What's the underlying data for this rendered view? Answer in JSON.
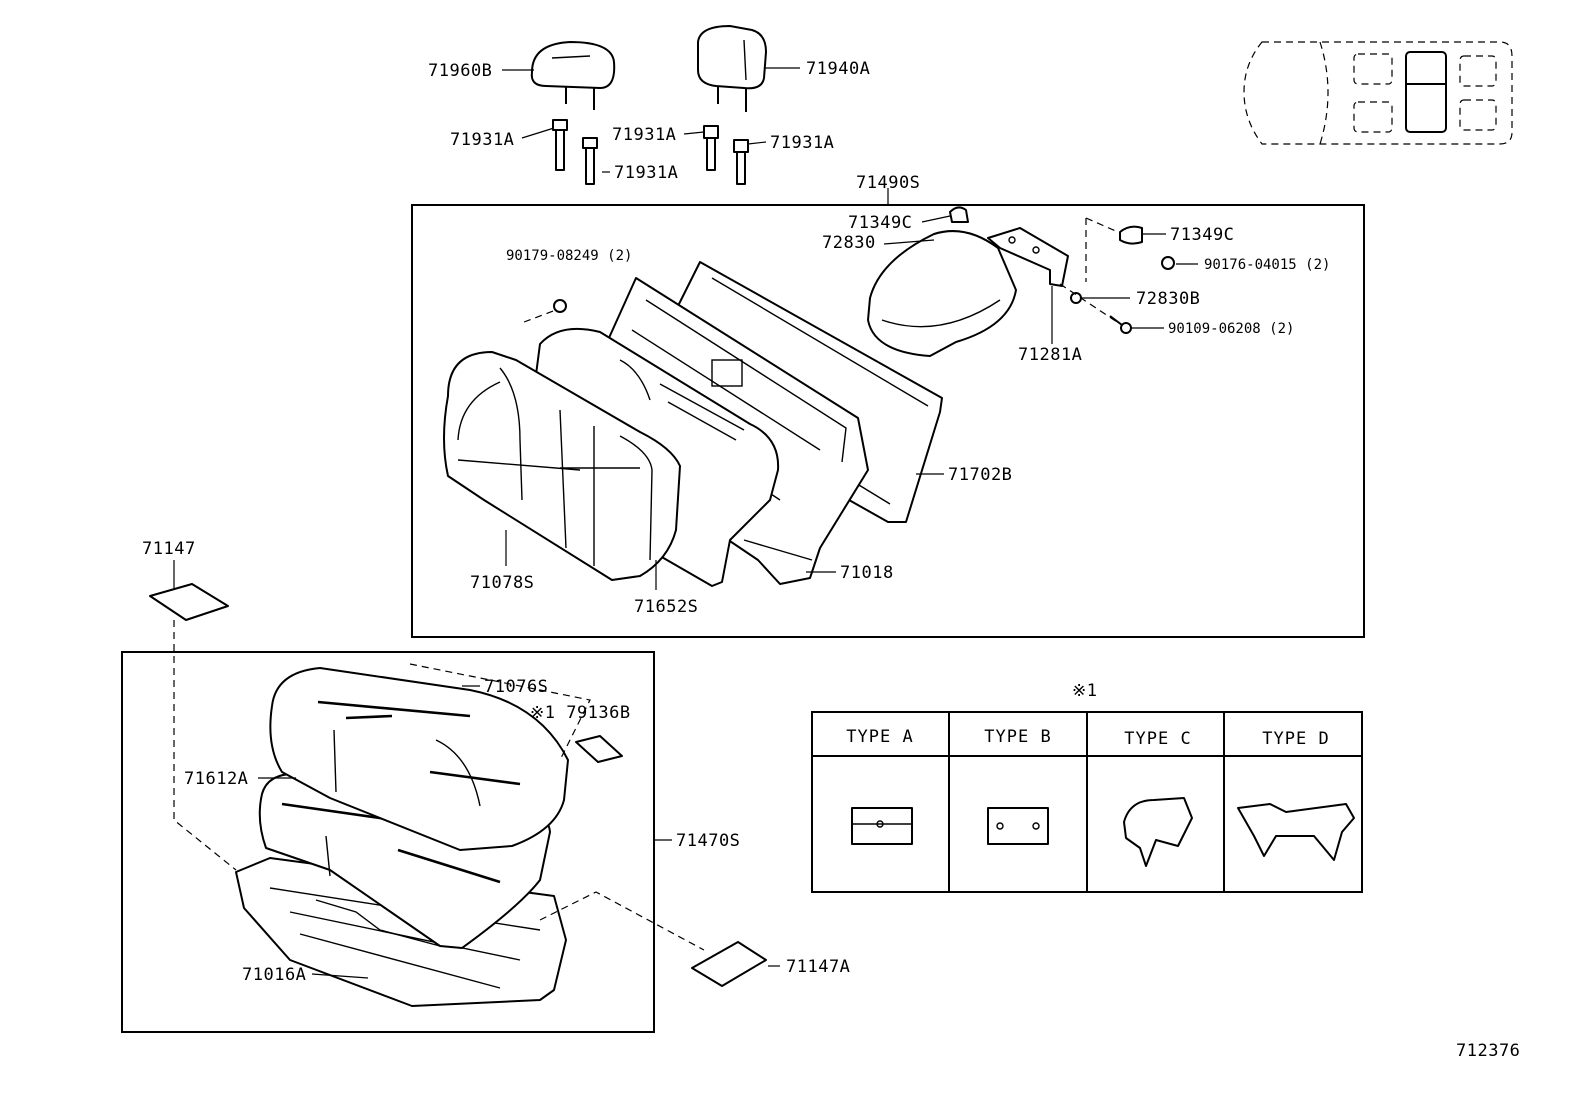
{
  "labels": {
    "headrest_left": "71960B",
    "headrest_right": "71940A",
    "support_a1": "71931A",
    "support_a2": "71931A",
    "support_a3": "71931A",
    "support_a4": "71931A",
    "back_assy": "71490S",
    "cover_c1": "71349C",
    "cover_c2": "71349C",
    "nut_top": "90179-08249 (2)",
    "nut_right": "90176-04015 (2)",
    "armrest": "72830",
    "armrest_b": "72830B",
    "bolt": "90109-06208 (2)",
    "hinge": "71281A",
    "back_board": "71702B",
    "back_cover": "71078S",
    "back_pad": "71652S",
    "back_frame": "71018",
    "cushion_pad_top": "71147",
    "cushion_cover": "71076S",
    "note_part": "※1 79136B",
    "cushion_pad": "71612A",
    "cushion_assy": "71470S",
    "cushion_frame": "71016A",
    "cushion_pad_bottom": "71147A",
    "note_title": "※1",
    "illustration_code": "712376"
  },
  "type_table": {
    "columns": [
      "TYPE A",
      "TYPE B",
      "TYPE C",
      "TYPE D"
    ]
  }
}
